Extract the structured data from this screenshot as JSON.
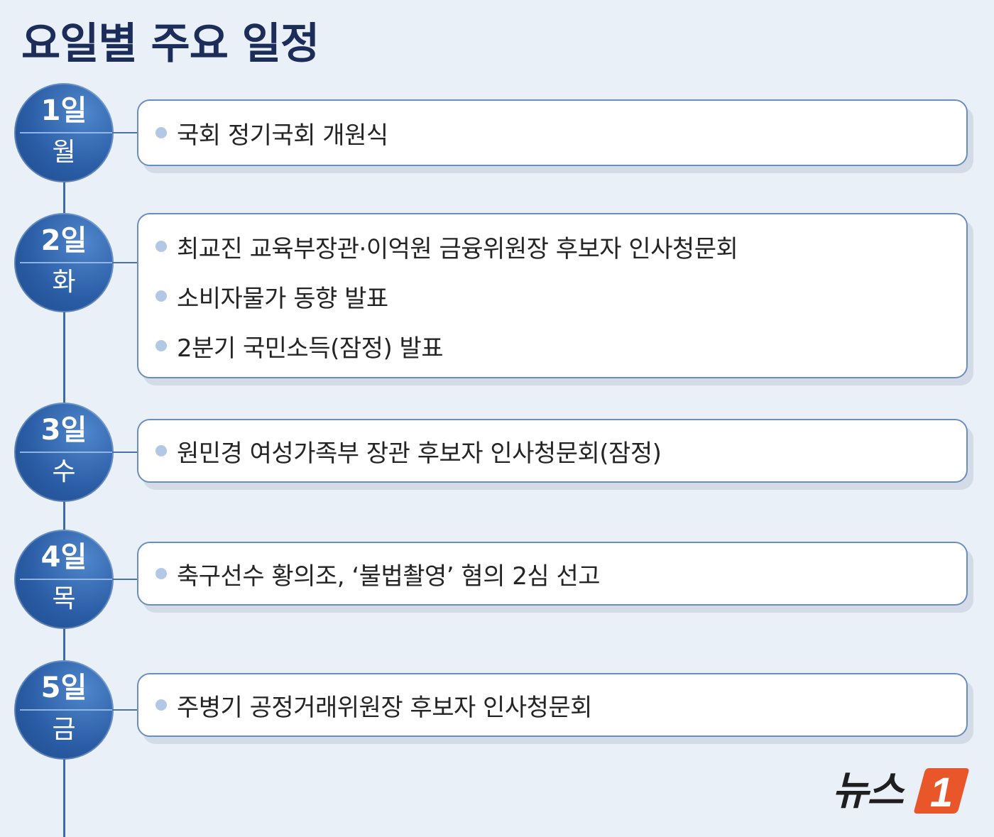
{
  "title": "요일별 주요 일정",
  "colors": {
    "background": "#eaf0f8",
    "accent": "#2b5ea6",
    "title": "#1c2d5a",
    "box_border": "#6b8ec1",
    "logo_mark": "#e8562a"
  },
  "days": [
    {
      "date": "1일",
      "weekday": "월",
      "events": [
        "국회 정기국회 개원식"
      ]
    },
    {
      "date": "2일",
      "weekday": "화",
      "events": [
        "최교진 교육부장관·이억원 금융위원장 후보자 인사청문회",
        "소비자물가 동향 발표",
        "2분기 국민소득(잠정) 발표"
      ]
    },
    {
      "date": "3일",
      "weekday": "수",
      "events": [
        "원민경 여성가족부 장관 후보자 인사청문회(잠정)"
      ]
    },
    {
      "date": "4일",
      "weekday": "목",
      "events": [
        "축구선수 황의조, ‘불법촬영’ 혐의 2심 선고"
      ]
    },
    {
      "date": "5일",
      "weekday": "금",
      "events": [
        "주병기 공정거래위원장 후보자 인사청문회"
      ]
    }
  ],
  "logo": {
    "text": "뉴스",
    "mark": "1",
    "icon": "news1-logo"
  }
}
